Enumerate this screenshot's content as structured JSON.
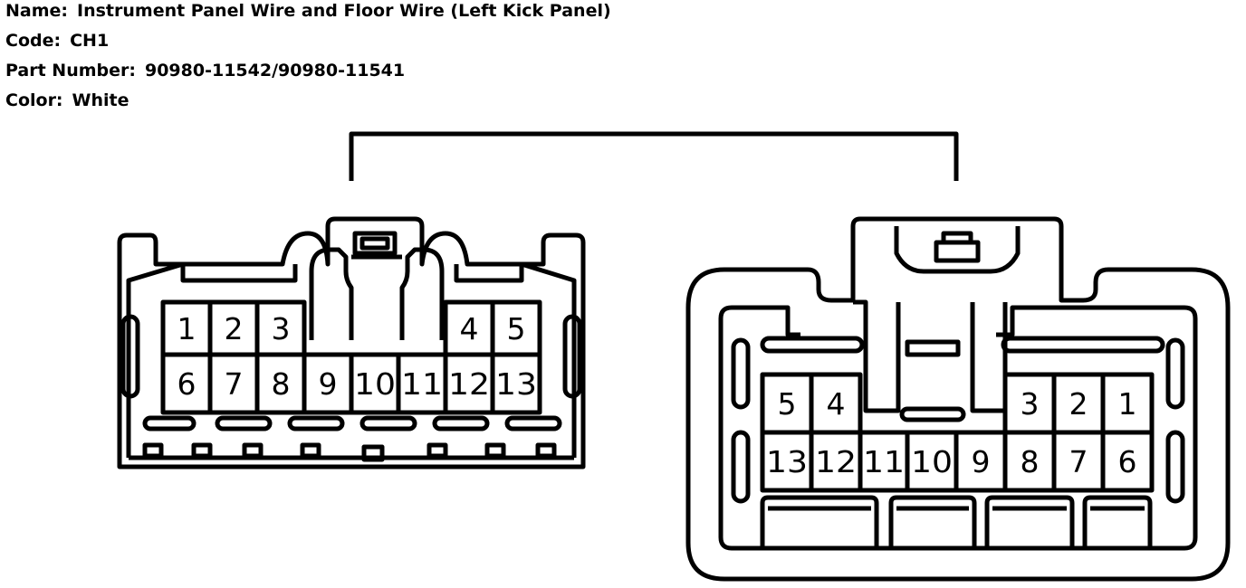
{
  "info": {
    "name_label": "Name:",
    "name_value": "Instrument Panel Wire and Floor Wire (Left Kick Panel)",
    "code_label": "Code:",
    "code_value": "CH1",
    "part_label": "Part Number:",
    "part_value": "90980-11542/90980-11541",
    "color_label": "Color:",
    "color_value": "White"
  },
  "left_connector": {
    "top_row": [
      "1",
      "2",
      "3",
      "4",
      "5"
    ],
    "bottom_row": [
      "6",
      "7",
      "8",
      "9",
      "10",
      "11",
      "12",
      "13"
    ]
  },
  "right_connector": {
    "top_row": [
      "5",
      "4",
      "3",
      "2",
      "1"
    ],
    "bottom_row": [
      "13",
      "12",
      "11",
      "10",
      "9",
      "8",
      "7",
      "6"
    ]
  }
}
